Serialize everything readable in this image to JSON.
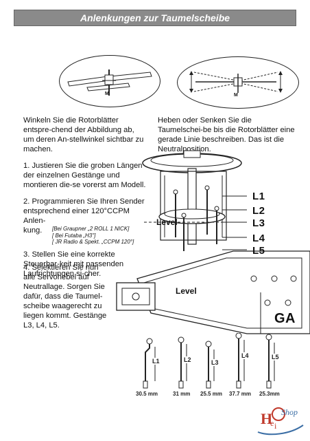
{
  "header": {
    "title": "Anlenkungen zur Taumelscheibe"
  },
  "left_column": {
    "intro": "Winkeln Sie die Rotorblätter entspre-chend der Abbildung ab, um deren An-stellwinkel sichtbar zu machen.",
    "step1": "1. Justieren Sie die groben Längen der einzelnen Gestänge und montieren die-se vorerst am Modell.",
    "step2_a": "2. Programmieren Sie Ihren Sender entsprechend einer 120°CCPM Anlen-",
    "step2_b": "kung.",
    "step2_note1": "[Bei Graupner „2 ROLL 1 NICK]",
    "step2_note2": "[ Bei Futaba „H3\"]",
    "step2_note3": "[ JR Radio & Spekt. „CCPM 120°]",
    "step3": "3. Stellen Sie eine korrekte Steuerbar-keit mit passenden Laufrichtungen si-cher.",
    "step4": "4. Selektieren Sie nun alle Servohebel auf Neutrallage. Sorgen Sie dafür, dass die Taumel-scheibe waagerecht zu liegen kommt. Gestänge L3, L4, L5."
  },
  "right_column": {
    "intro": "Heben oder Senken Sie die Taumelschei-be bis die Rotorblätter eine gerade Linie beschreiben. Das ist die Neutralposition."
  },
  "figure_labels": {
    "left_oval_mark": "M",
    "right_oval_mark": "M",
    "level_left": "Level",
    "level_right": "Level",
    "brand_partial": "GA",
    "L1": "L1",
    "L2": "L2",
    "L3": "L3",
    "L4": "L4",
    "L5": "L5"
  },
  "linkages": [
    {
      "label": "L1",
      "length": "30.5 mm"
    },
    {
      "label": "L2",
      "length": "31 mm"
    },
    {
      "label": "L3",
      "length": "25.5 mm"
    },
    {
      "label": "L4",
      "length": "37.7 mm"
    },
    {
      "label": "L5",
      "length": "25.3mm"
    }
  ],
  "logo": {
    "text_main": "H",
    "text_a": "e",
    "text_b": "i",
    "text_shop": "Shop"
  }
}
